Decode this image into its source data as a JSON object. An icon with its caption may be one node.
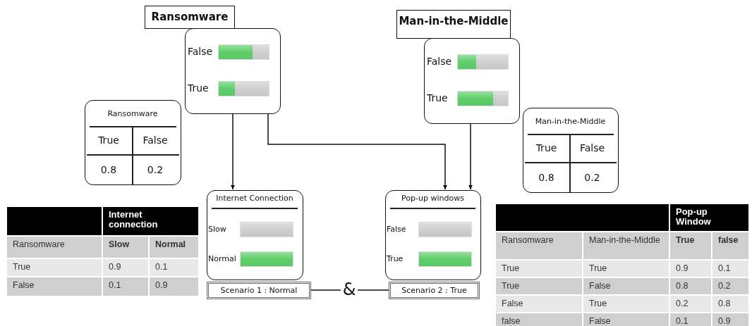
{
  "diagram": {
    "nodes": [
      {
        "text": [
          "Ransomware",
          "False",
          "True"
        ]
      },
      {
        "text": [
          "Man-in-the-Middle",
          "False",
          "True"
        ]
      },
      {
        "text": [
          "Ransomware",
          "True",
          "False",
          "0.8",
          "0.2"
        ]
      },
      {
        "text": [
          "Man-in-the-Middle",
          "True",
          "False",
          "0.8",
          "0.2"
        ]
      },
      {
        "text": [
          "Internet Connection",
          "Slow",
          "Normal"
        ]
      },
      {
        "text": [
          "Pop-up windows",
          "False",
          "True"
        ]
      },
      {
        "text": [
          "Scenario 1 : Normal"
        ]
      },
      {
        "text": [
          "Scenario 2 : True"
        ]
      },
      {
        "text": [
          "&"
        ]
      },
      {
        "text": [],
        "shape": "bar",
        "in": 0
      },
      {
        "text": [],
        "shape": "bar",
        "in": 0
      },
      {
        "text": [],
        "shape": "bar",
        "in": 1
      },
      {
        "text": [],
        "shape": "bar",
        "in": 1
      },
      {
        "text": [],
        "shape": "bar",
        "in": 4
      },
      {
        "text": [],
        "shape": "bar",
        "in": 4
      },
      {
        "text": [],
        "shape": "bar",
        "in": 5
      },
      {
        "text": [],
        "shape": "bar",
        "in": 5
      }
    ],
    "edges": [
      {
        "from": 0,
        "to": 4,
        "arrow": "to"
      },
      {
        "from": 0,
        "to": 5,
        "arrow": "to"
      },
      {
        "from": 1,
        "to": 5,
        "arrow": "to"
      },
      {
        "from": 6,
        "to": 8,
        "arrow": "none"
      },
      {
        "from": 8,
        "to": 7,
        "arrow": "none"
      }
    ],
    "labels": [
      "Internet connection",
      "Ransomware",
      "Slow",
      "Normal",
      "True",
      "0.9",
      "0.1",
      "False",
      "0.1",
      "0.9",
      "Pop-up Window",
      "Ransomware",
      "Man-in-the-Middle",
      "True",
      "false",
      "True",
      "True",
      "0.9",
      "0.1",
      "True",
      "False",
      "0.8",
      "0.2",
      "False",
      "True",
      "0.2",
      "0.8",
      "false",
      "False",
      "0.1",
      "0.9"
    ]
  }
}
